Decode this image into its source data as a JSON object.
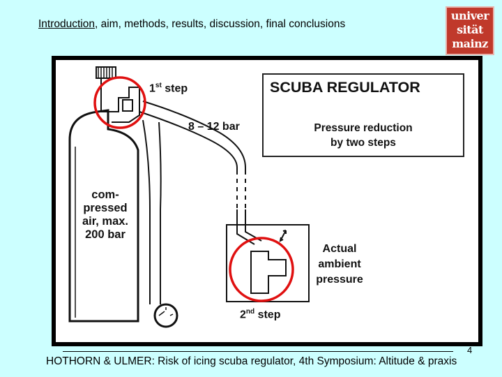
{
  "header": {
    "nav_current": "Introduction",
    "nav_rest": ", aim, methods, results, discussion, final conclusions"
  },
  "logo": {
    "line1": "univer",
    "line2": "sität",
    "line3": "mainz"
  },
  "diagram": {
    "first_step_num": "1",
    "first_step_sup": "st",
    "first_step_word": " step",
    "pressure_first": "8 – 12 bar",
    "title": "SCUBA REGULATOR",
    "subtitle_line1": "Pressure reduction",
    "subtitle_line2": "by two steps",
    "tank_line1": "com-",
    "tank_line2": "pressed",
    "tank_line3": "air, max.",
    "tank_line4": "200 bar",
    "ambient_line1": "Actual",
    "ambient_line2": "ambient",
    "ambient_line3": "pressure",
    "second_step_num": "2",
    "second_step_sup": "nd",
    "second_step_word": " step",
    "highlight_color": "#e01010"
  },
  "footer": {
    "page_number": "4",
    "citation": "HOTHORN & ULMER: Risk of icing scuba regulator, 4th Symposium: Altitude & praxis"
  }
}
